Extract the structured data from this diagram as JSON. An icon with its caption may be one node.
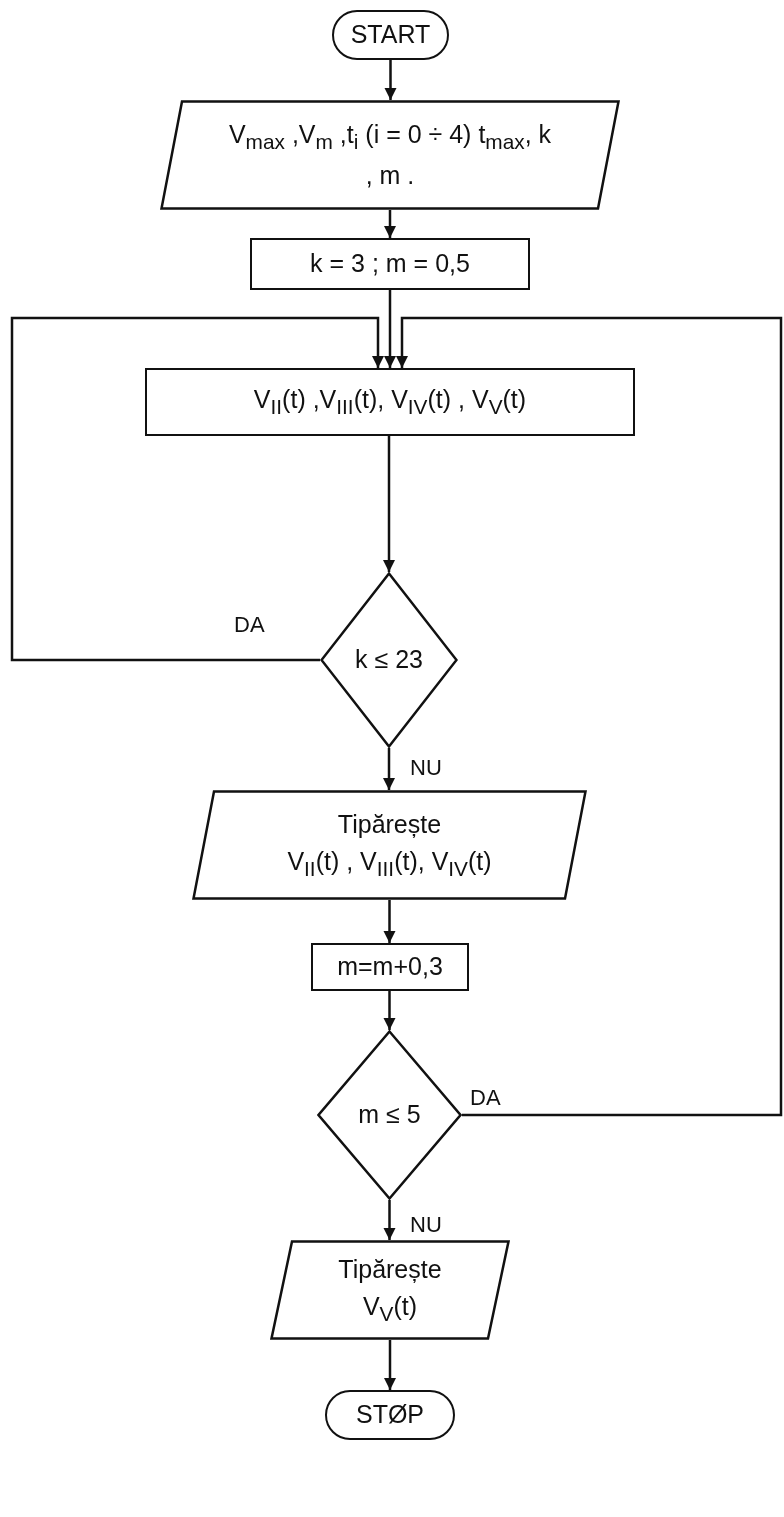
{
  "diagram": {
    "nodes": [
      {
        "text": [
          "START"
        ]
      },
      {
        "text": [
          "V$_{max}$ ,V$_{m}$ ,t$_{i}$ (i = 0 ÷ 4) t$_{max}$, k , m ."
        ]
      },
      {
        "text": [
          "k = 3 ; m = 0,5"
        ]
      },
      {
        "text": [
          "V$_{II}$(t) ,V$_{III}$(t), V$_{IV}$(t) , V$_{V}$(t)"
        ]
      },
      {
        "text": [
          "k ≤ 23"
        ]
      },
      {
        "text": [
          "Tipărește",
          "V$_{II}$(t) , V$_{III}$(t), V$_{IV}$(t)"
        ]
      },
      {
        "text": [
          "m=m+0,3"
        ]
      },
      {
        "text": [
          "m ≤ 5"
        ]
      },
      {
        "text": [
          "Tipărește",
          "V$_{V}$(t)"
        ]
      },
      {
        "text": [
          "STØP"
        ]
      }
    ],
    "edges": [
      {
        "from": 0,
        "to": 1,
        "arrow": "to"
      },
      {
        "from": 1,
        "to": 2,
        "arrow": "to"
      },
      {
        "from": 2,
        "to": 3,
        "arrow": "to"
      },
      {
        "from": 3,
        "to": 4,
        "arrow": "to"
      },
      {
        "from": 4,
        "to": 3,
        "arrow": "to",
        "label": "DA"
      },
      {
        "from": 4,
        "to": 5,
        "arrow": "to",
        "label": "NU"
      },
      {
        "from": 5,
        "to": 6,
        "arrow": "to"
      },
      {
        "from": 6,
        "to": 7,
        "arrow": "to"
      },
      {
        "from": 7,
        "to": 3,
        "arrow": "to",
        "label": "DA"
      },
      {
        "from": 7,
        "to": 8,
        "arrow": "to",
        "label": "NU"
      },
      {
        "from": 8,
        "to": 9,
        "arrow": "to"
      }
    ]
  }
}
